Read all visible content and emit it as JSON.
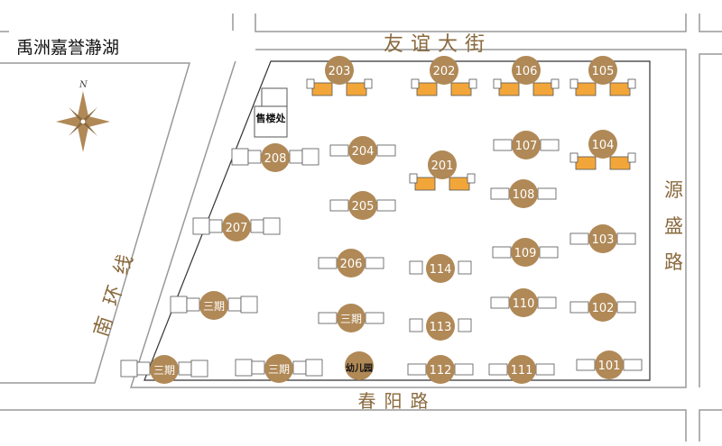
{
  "project_title": "禹洲嘉誉瀞湖",
  "compass": {
    "north_label": "N"
  },
  "roads": {
    "north": "友谊大街",
    "south": "春阳路",
    "east": "源盛路",
    "west": "南环线"
  },
  "colors": {
    "road_line": "#999999",
    "map_frame": "#333333",
    "marker_fill": "#b08957",
    "marker_text": "#ffffff",
    "highlight_unit": "#f2a63a",
    "road_text": "#8a6a3e"
  },
  "facilities": {
    "sales_office": "售楼处",
    "kindergarten": "幼儿园"
  },
  "buildings": [
    {
      "label": "203",
      "highlight": true
    },
    {
      "label": "202",
      "highlight": true
    },
    {
      "label": "106",
      "highlight": true
    },
    {
      "label": "105",
      "highlight": true
    },
    {
      "label": "208",
      "highlight": false
    },
    {
      "label": "204",
      "highlight": false
    },
    {
      "label": "201",
      "highlight": true
    },
    {
      "label": "107",
      "highlight": false
    },
    {
      "label": "104",
      "highlight": true
    },
    {
      "label": "205",
      "highlight": false
    },
    {
      "label": "108",
      "highlight": false
    },
    {
      "label": "207",
      "highlight": false
    },
    {
      "label": "103",
      "highlight": false
    },
    {
      "label": "206",
      "highlight": false
    },
    {
      "label": "114",
      "highlight": false
    },
    {
      "label": "109",
      "highlight": false
    },
    {
      "label": "三期",
      "highlight": false
    },
    {
      "label": "110",
      "highlight": false
    },
    {
      "label": "102",
      "highlight": false
    },
    {
      "label": "三期",
      "highlight": false
    },
    {
      "label": "113",
      "highlight": false
    },
    {
      "label": "三期",
      "highlight": false
    },
    {
      "label": "三期",
      "highlight": false
    },
    {
      "label": "112",
      "highlight": false
    },
    {
      "label": "111",
      "highlight": false
    },
    {
      "label": "101",
      "highlight": false
    }
  ]
}
